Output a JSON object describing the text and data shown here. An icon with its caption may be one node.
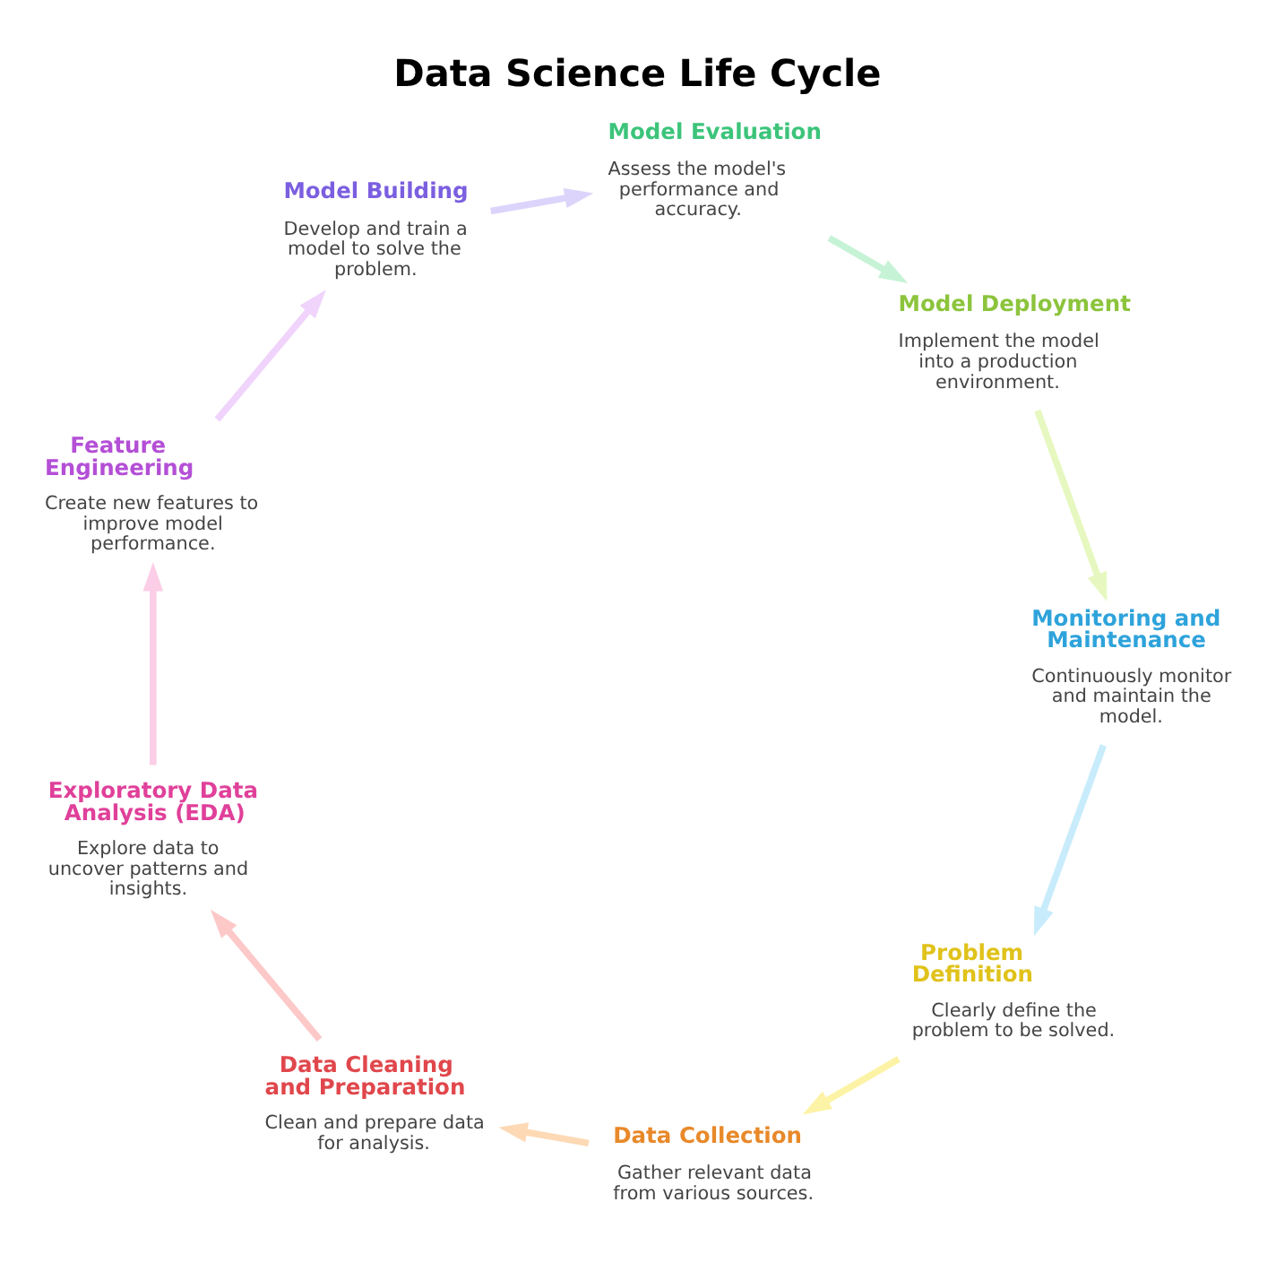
{
  "diagram": {
    "title": "Data Science Life Cycle",
    "nodes": [
      {
        "text": [
          "Problem Definition",
          "Clearly define the problem to be solved."
        ]
      },
      {
        "text": [
          "Data Collection",
          "Gather relevant data from various sources."
        ]
      },
      {
        "text": [
          "Data Cleaning and Preparation",
          "Clean and prepare data for analysis."
        ]
      },
      {
        "text": [
          "Exploratory Data Analysis (EDA)",
          "Explore data to uncover patterns and insights."
        ]
      },
      {
        "text": [
          "Feature Engineering",
          "Create new features to improve model performance."
        ]
      },
      {
        "text": [
          "Model Building",
          "Develop and train a model to solve the problem."
        ]
      },
      {
        "text": [
          "Model Evaluation",
          "Assess the model's performance and accuracy."
        ]
      },
      {
        "text": [
          "Model Deployment",
          "Implement the model into a production environment."
        ]
      },
      {
        "text": [
          "Monitoring and Maintenance",
          "Continuously monitor and maintain the model."
        ]
      }
    ],
    "edges": [
      {
        "from": 0,
        "to": 1,
        "arrow": "to",
        "color": "#fdf3a6"
      },
      {
        "from": 1,
        "to": 2,
        "arrow": "to",
        "color": "#fdd9b5"
      },
      {
        "from": 2,
        "to": 3,
        "arrow": "to",
        "color": "#fdc8c8"
      },
      {
        "from": 3,
        "to": 4,
        "arrow": "to",
        "color": "#fbcde6"
      },
      {
        "from": 4,
        "to": 5,
        "arrow": "to",
        "color": "#f0d4fb"
      },
      {
        "from": 5,
        "to": 6,
        "arrow": "to",
        "color": "#dcd4fb"
      },
      {
        "from": 6,
        "to": 7,
        "arrow": "to",
        "color": "#c6f3d6"
      },
      {
        "from": 7,
        "to": 8,
        "arrow": "to",
        "color": "#e6f8c0"
      },
      {
        "from": 8,
        "to": 0,
        "arrow": "to",
        "color": "#c8ecfb"
      }
    ]
  }
}
